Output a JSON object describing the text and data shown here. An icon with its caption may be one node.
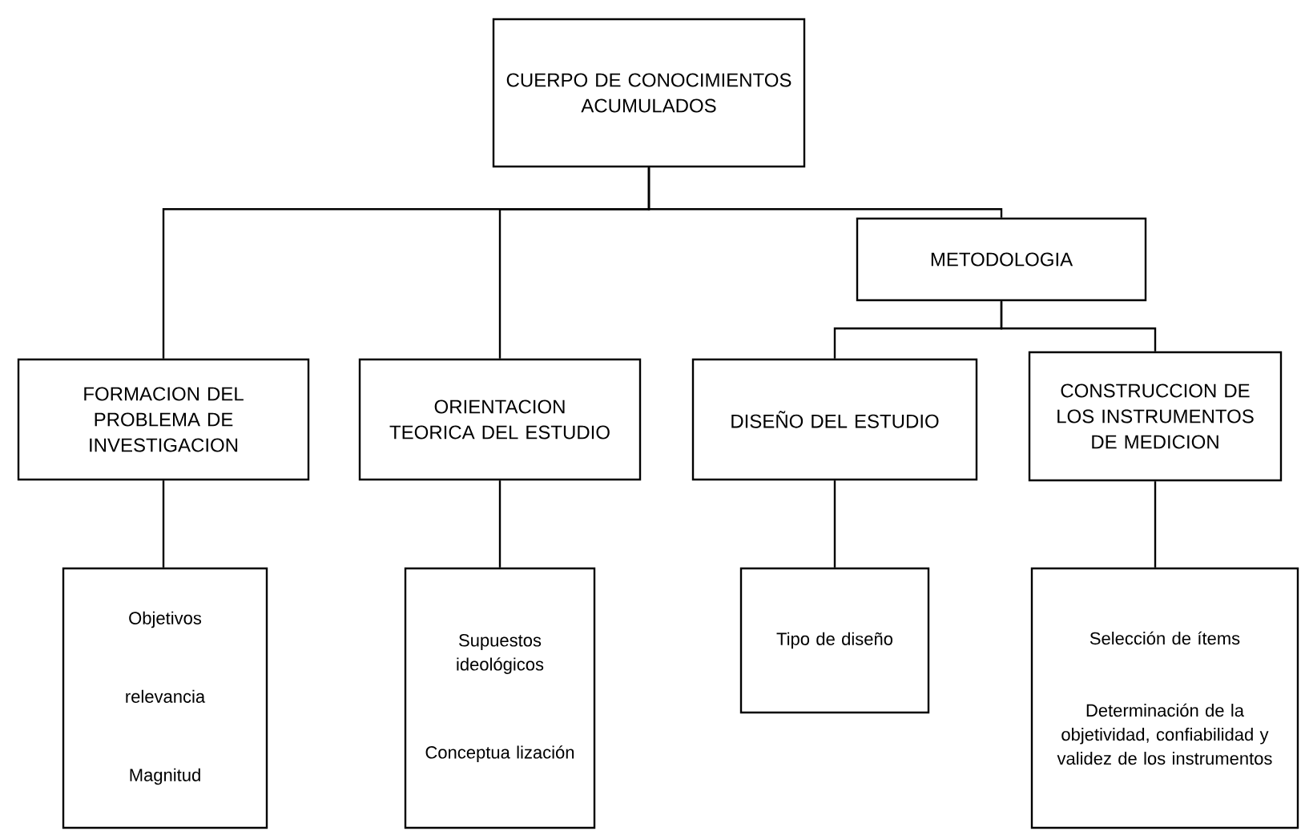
{
  "diagram": {
    "nodes": [
      {
        "text": [
          "CUERPO DE CONOCIMIENTOS ACUMULADOS"
        ]
      },
      {
        "text": [
          "METODOLOGIA"
        ]
      },
      {
        "text": [
          "FORMACION DEL PROBLEMA DE INVESTIGACION"
        ]
      },
      {
        "text": [
          "ORIENTACION TEORICA DEL ESTUDIO"
        ]
      },
      {
        "text": [
          "DISEÑO DEL ESTUDIO"
        ]
      },
      {
        "text": [
          "CONSTRUCCION DE LOS INSTRUMENTOS DE MEDICION"
        ]
      },
      {
        "text": [
          "Objetivos",
          "relevancia",
          "Magnitud"
        ]
      },
      {
        "text": [
          "Supuestos ideológicos",
          "Conceptua lización"
        ]
      },
      {
        "text": [
          "Tipo de diseño"
        ]
      },
      {
        "text": [
          "Selección de ítems",
          "Determinación de la objetividad, confiabilidad y validez de los instrumentos"
        ]
      }
    ],
    "edges": [
      {
        "from": 0,
        "to": 2,
        "arrow": "none"
      },
      {
        "from": 0,
        "to": 3,
        "arrow": "none"
      },
      {
        "from": 0,
        "to": 1,
        "arrow": "none"
      },
      {
        "from": 1,
        "to": 4,
        "arrow": "none"
      },
      {
        "from": 1,
        "to": 5,
        "arrow": "none"
      },
      {
        "from": 2,
        "to": 6,
        "arrow": "none"
      },
      {
        "from": 3,
        "to": 7,
        "arrow": "none"
      },
      {
        "from": 4,
        "to": 8,
        "arrow": "none"
      },
      {
        "from": 5,
        "to": 9,
        "arrow": "none"
      }
    ]
  }
}
